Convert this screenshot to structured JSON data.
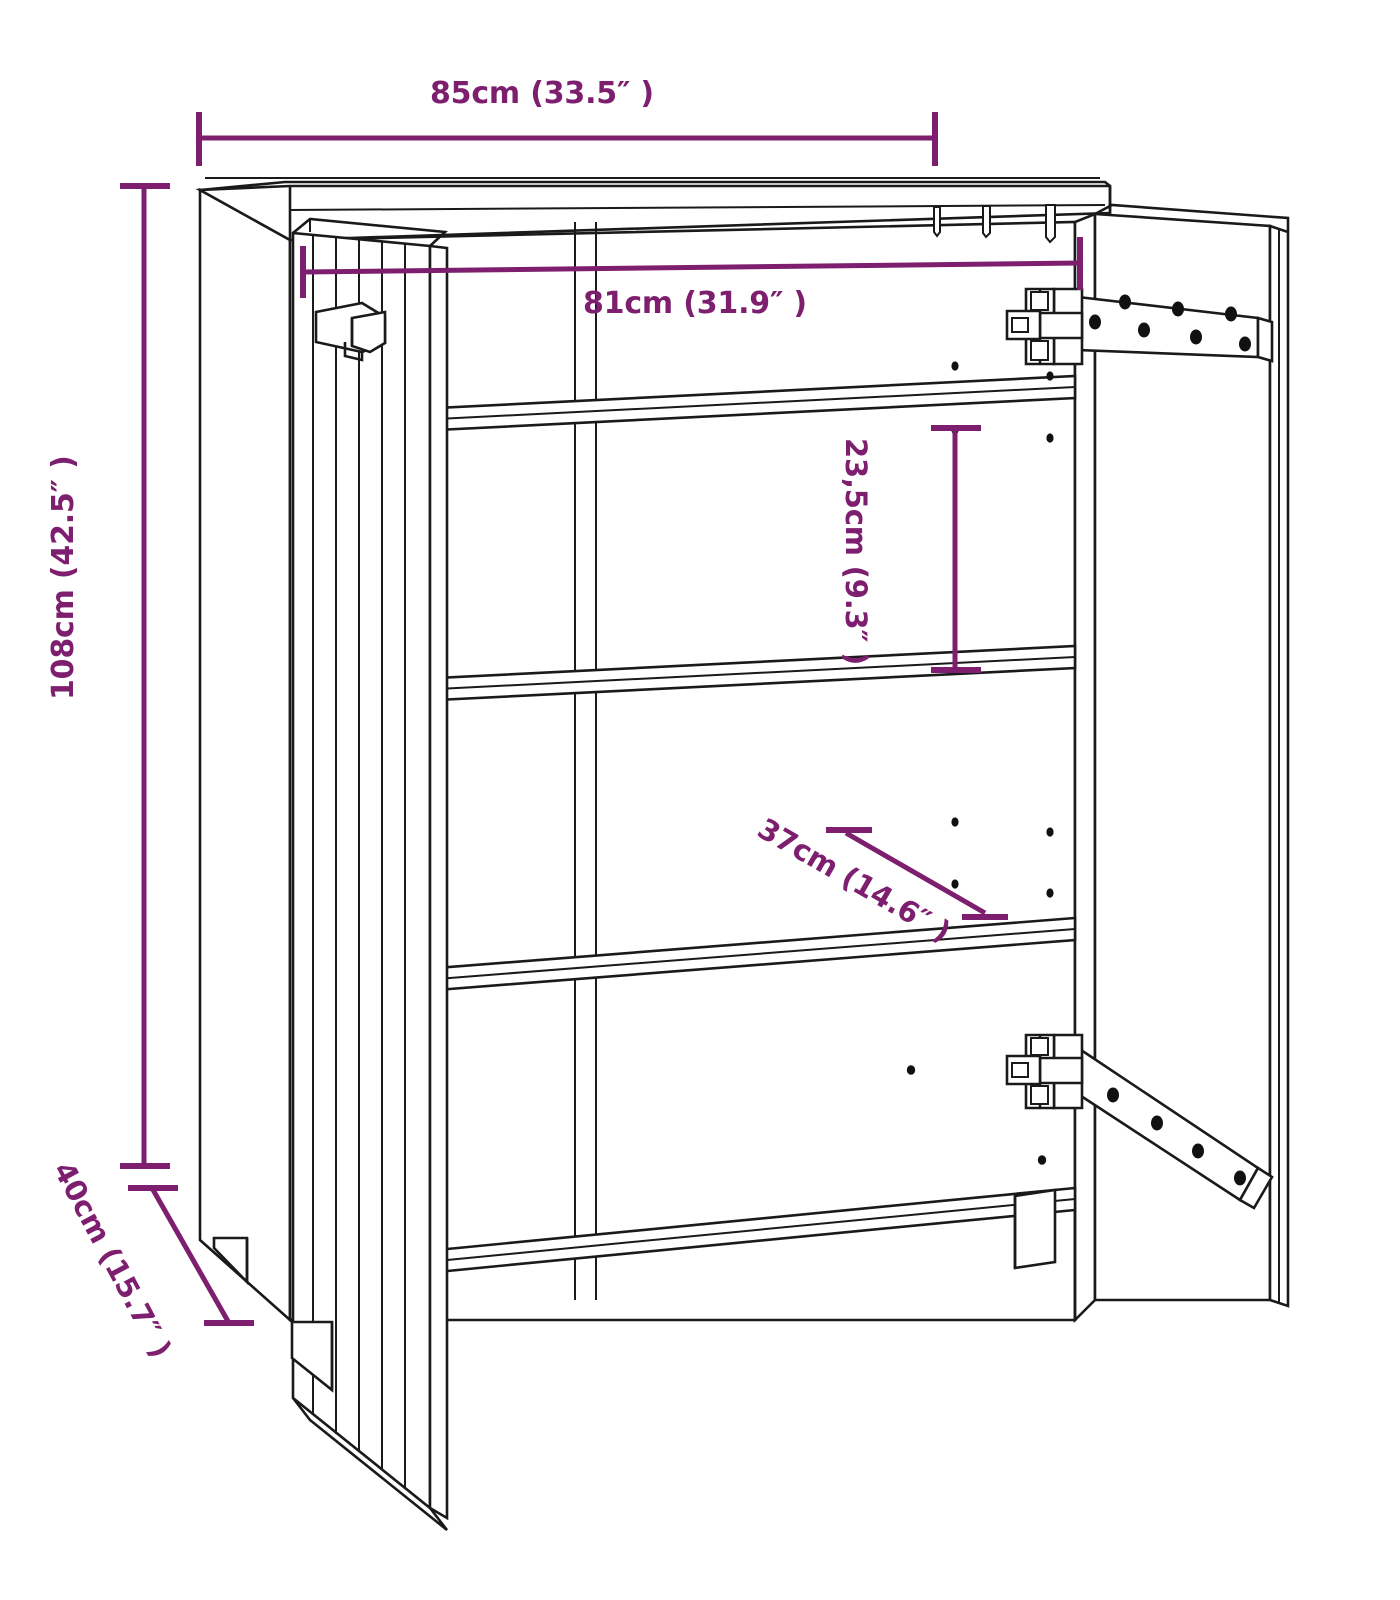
{
  "diagram": {
    "title": "Shoe cabinet dimension drawing",
    "type": "technical-line-drawing",
    "subject": "storage cabinet with two doors, three interior shelves and legs",
    "projection": "isometric",
    "line_color": "#1a1a1a",
    "background_color": "#ffffff",
    "dimension_color": "#7d1f6e"
  },
  "dimensions": {
    "overall_width": {
      "label": "85cm (33.5″ )",
      "value_cm": 85,
      "value_in": 33.5,
      "orientation": "horizontal",
      "position": "top"
    },
    "inner_width": {
      "label": "81cm (31.9″ )",
      "value_cm": 81,
      "value_in": 31.9,
      "orientation": "horizontal",
      "position": "interior-top"
    },
    "overall_height": {
      "label": "108cm (42.5″ )",
      "value_cm": 108,
      "value_in": 42.5,
      "orientation": "vertical",
      "position": "left"
    },
    "shelf_gap": {
      "label": "23,5cm (9.3″ )",
      "value_cm": 23.5,
      "value_in": 9.3,
      "orientation": "vertical",
      "position": "interior-right"
    },
    "shelf_depth": {
      "label": "37cm (14.6″ )",
      "value_cm": 37,
      "value_in": 14.6,
      "orientation": "diagonal",
      "position": "interior-shelf"
    },
    "overall_depth": {
      "label": "40cm (15.7″ )",
      "value_cm": 40,
      "value_in": 15.7,
      "orientation": "diagonal",
      "position": "bottom-left"
    }
  },
  "parts": {
    "top_panel": "top-panel",
    "left_door": "left-door-open",
    "right_door": "right-door-open",
    "door_handle": "door-handle",
    "shelves": [
      "shelf-1",
      "shelf-2",
      "shelf-3",
      "base-shelf"
    ],
    "hinges": [
      "hinge-top",
      "hinge-bottom"
    ],
    "legs": [
      "leg-front-left",
      "leg-front-right",
      "leg-back-left"
    ]
  }
}
